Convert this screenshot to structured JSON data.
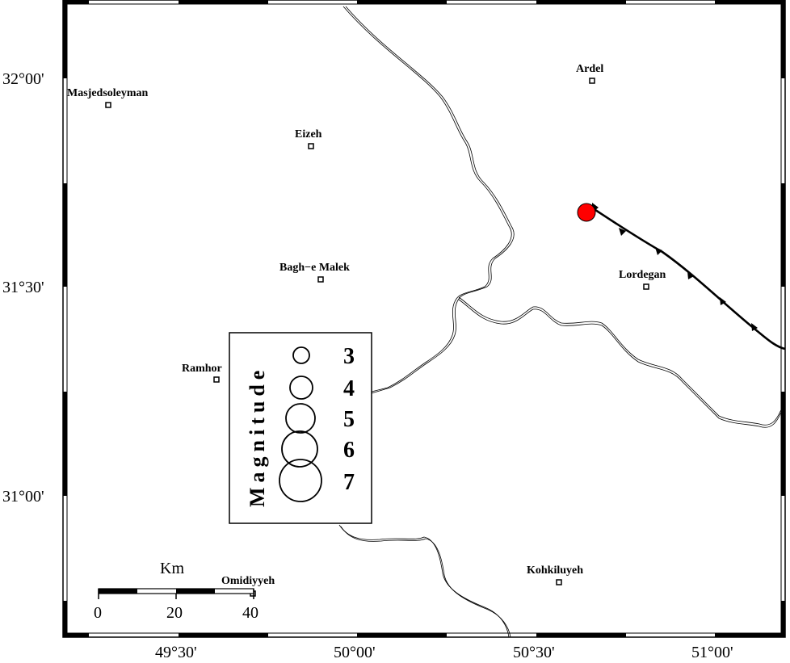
{
  "map": {
    "lon_ticks": [
      "49°30'",
      "50°00'",
      "50°30'",
      "51°00'"
    ],
    "lat_ticks": [
      "32°00'",
      "31°30'",
      "31°00'"
    ],
    "cities": [
      {
        "name": "Masjedsoleyman"
      },
      {
        "name": "Eizeh"
      },
      {
        "name": "Ardel"
      },
      {
        "name": "Bagh−e Malek"
      },
      {
        "name": "Lordegan"
      },
      {
        "name": "Ramhor"
      },
      {
        "name": "Omidiyyeh"
      },
      {
        "name": "Kohkiluyeh"
      }
    ],
    "epicenter_color": "#ff0000"
  },
  "legend": {
    "title": "Magnitude",
    "magnitudes": [
      "3",
      "4",
      "5",
      "6",
      "7"
    ]
  },
  "scale": {
    "unit": "Km",
    "ticks": [
      "0",
      "20",
      "40"
    ]
  }
}
